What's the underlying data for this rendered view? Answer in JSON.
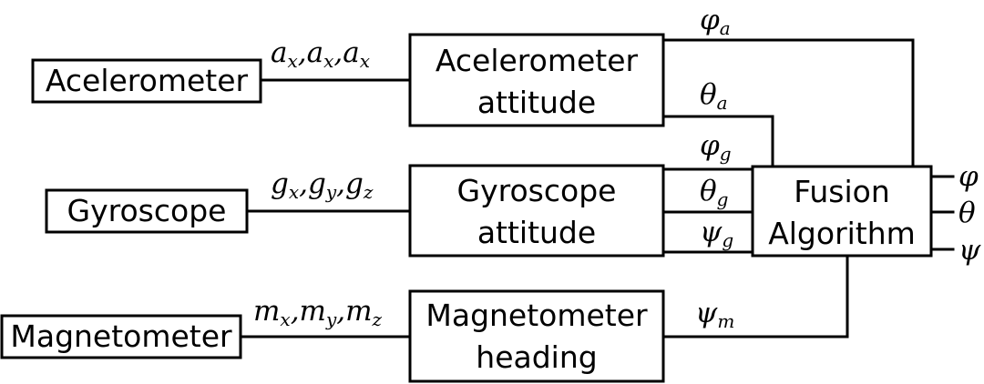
{
  "blocks": {
    "accelerometer": "Acelerometer",
    "gyroscope": "Gyroscope",
    "magnetometer": "Magnetometer",
    "acc_attitude": [
      "Acelerometer",
      "attitude"
    ],
    "gyro_attitude": [
      "Gyroscope",
      "attitude"
    ],
    "mag_heading": [
      "Magnetometer",
      "heading"
    ],
    "fusion": [
      "Fusion",
      "Algorithm"
    ]
  },
  "signals": {
    "acc_raw": [
      {
        "v": "a",
        "s": "x"
      },
      {
        "v": "a",
        "s": "x"
      },
      {
        "v": "a",
        "s": "x"
      }
    ],
    "gyro_raw": [
      {
        "v": "g",
        "s": "x"
      },
      {
        "v": "g",
        "s": "y"
      },
      {
        "v": "g",
        "s": "z"
      }
    ],
    "mag_raw": [
      {
        "v": "m",
        "s": "x"
      },
      {
        "v": "m",
        "s": "y"
      },
      {
        "v": "m",
        "s": "z"
      }
    ],
    "phi_a": {
      "v": "φ",
      "s": "a"
    },
    "theta_a": {
      "v": "θ",
      "s": "a"
    },
    "phi_g": {
      "v": "φ",
      "s": "g"
    },
    "theta_g": {
      "v": "θ",
      "s": "g"
    },
    "psi_g": {
      "v": "ψ",
      "s": "g"
    },
    "psi_m": {
      "v": "ψ",
      "s": "m"
    },
    "out_phi": "φ",
    "out_theta": "θ",
    "out_psi": "ψ"
  }
}
